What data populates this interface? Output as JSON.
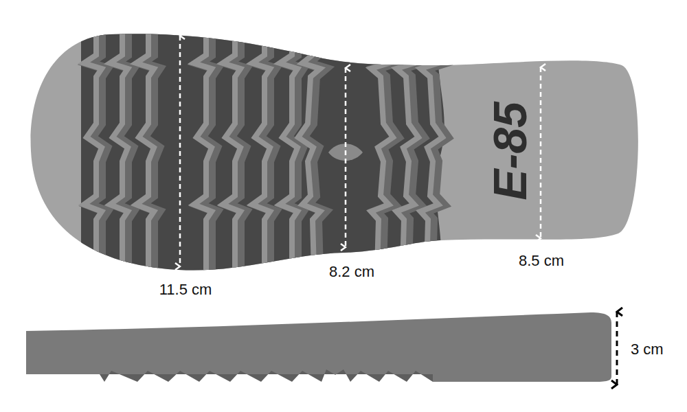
{
  "diagram": {
    "labels": [
      "E-85",
      "11.5 cm",
      "8.2 cm",
      "8.5 cm",
      "3 cm"
    ]
  }
}
